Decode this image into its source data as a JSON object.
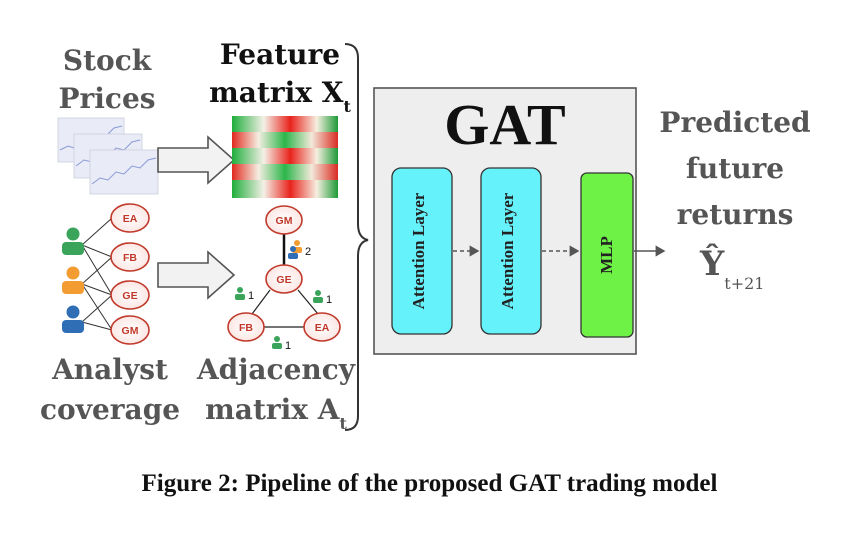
{
  "labels": {
    "stock_prices_line1": "Stock",
    "stock_prices_line2": "Prices",
    "feature_line1": "Feature",
    "feature_line2": "matrix X",
    "feature_sub": "t",
    "analyst_line1": "Analyst",
    "analyst_line2": "coverage",
    "adjacency_line1": "Adjacency",
    "adjacency_line2": "matrix A",
    "adjacency_sub": "t",
    "gat_title": "GAT",
    "predicted_line1": "Predicted",
    "predicted_line2": "future",
    "predicted_line3": "returns",
    "y_hat": "Ŷ",
    "y_sub": "t+21"
  },
  "layers": [
    "Attention Layer",
    "Attention Layer",
    "MLP"
  ],
  "analyst_nodes": [
    "EA",
    "FB",
    "GE",
    "GM"
  ],
  "graph": {
    "nodes": [
      "GM",
      "GE",
      "FB",
      "EA"
    ],
    "edge_counts": {
      "gm_ge": "2",
      "ge_fb": "1",
      "ge_ea": "1",
      "fb_ea": "1"
    }
  },
  "caption": "Figure 2: Pipeline of the proposed GAT trading model",
  "colors": {
    "attention_fill": "#66f2fa",
    "mlp_fill": "#6ef246",
    "gat_box": "#eeeeee",
    "node_stroke": "#c0392b",
    "analyst_green": "#3aa55a",
    "analyst_orange": "#f39c32",
    "analyst_blue": "#2f6db5"
  }
}
